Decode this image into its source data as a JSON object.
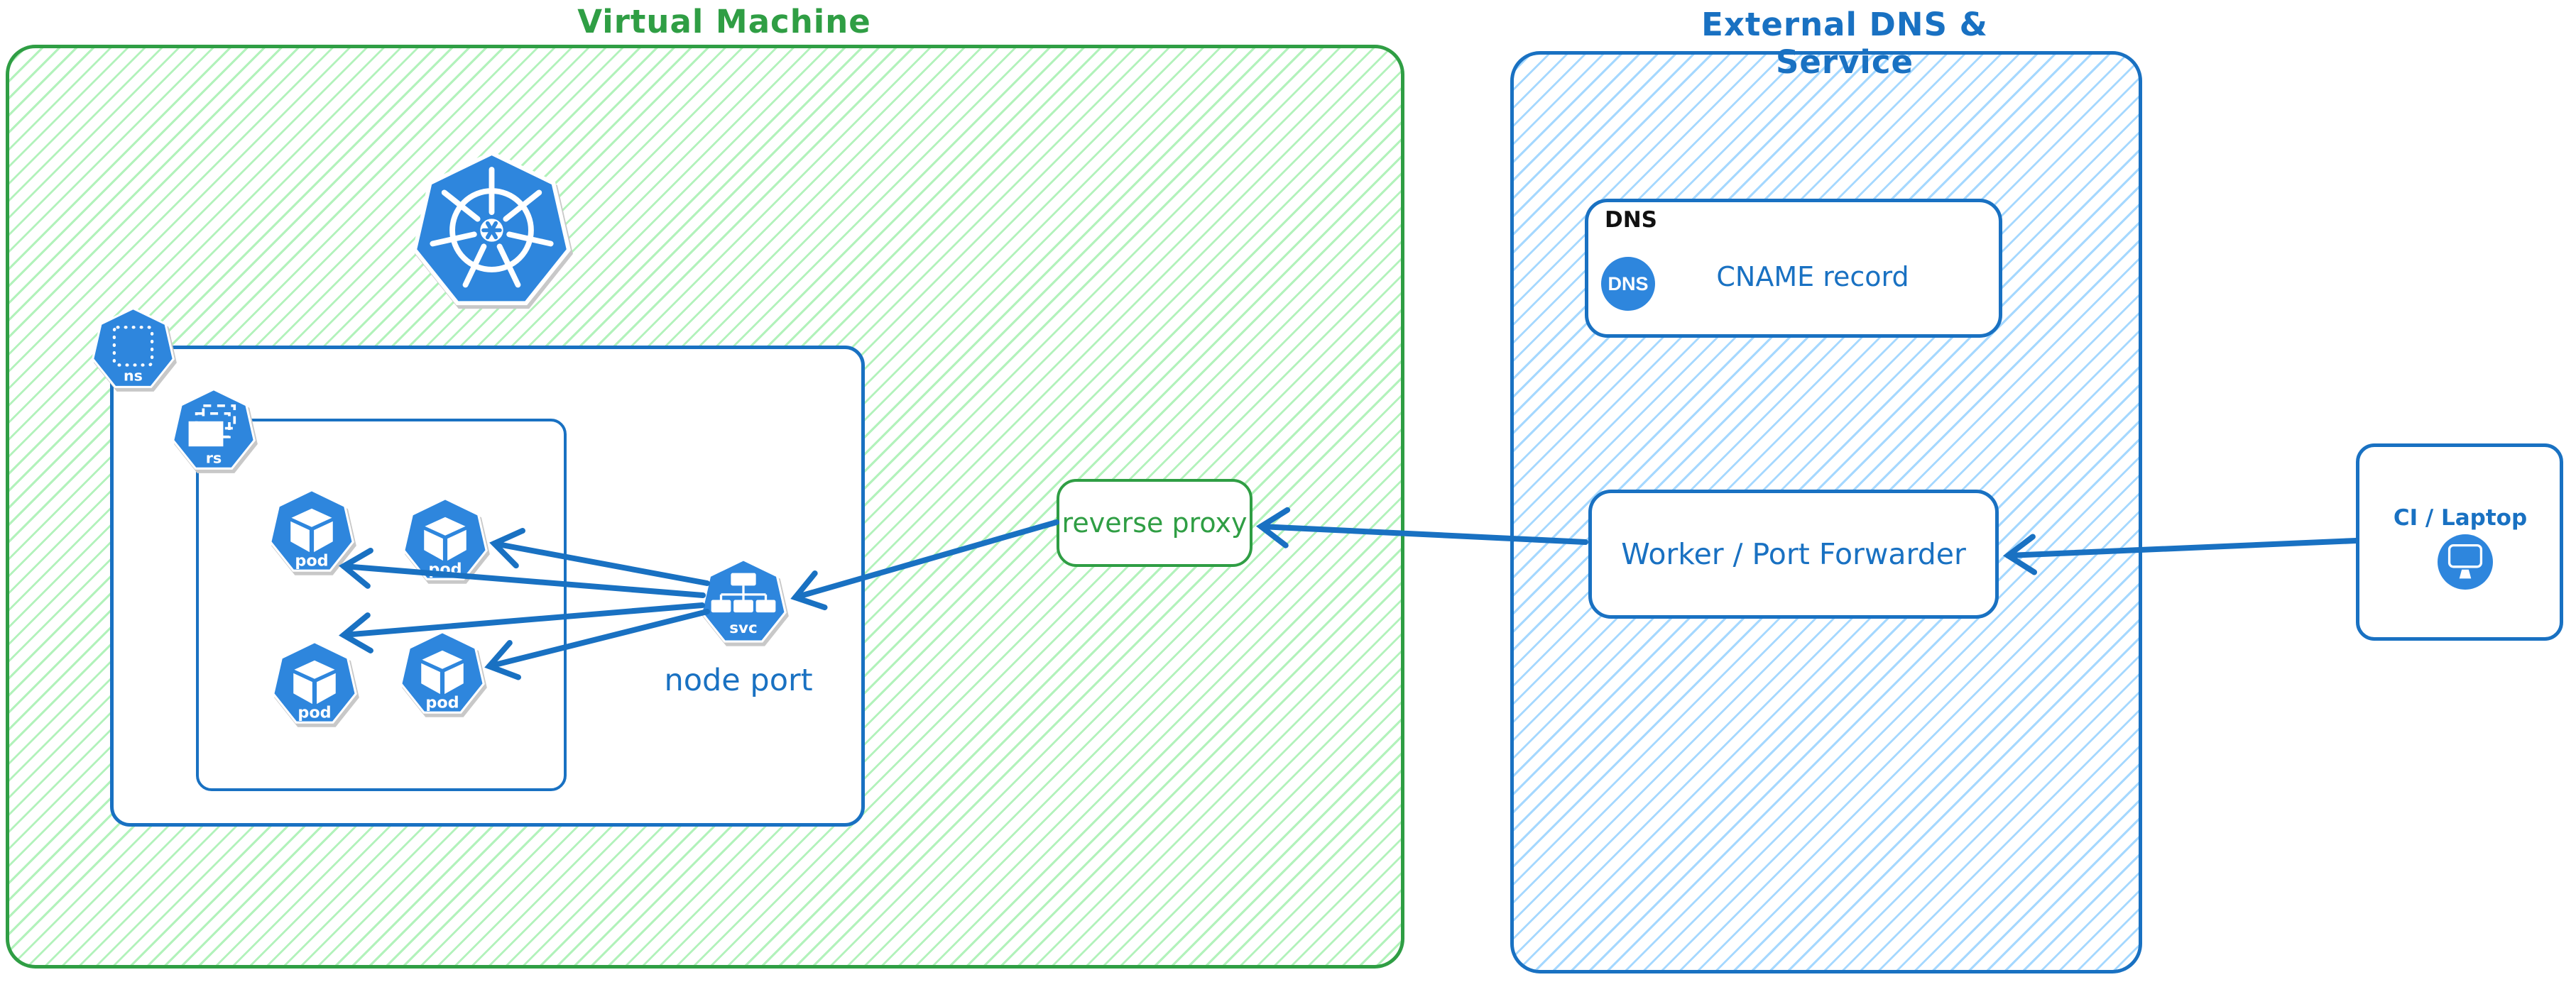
{
  "vm_group": {
    "title": "Virtual Machine"
  },
  "external_group": {
    "title": "External DNS & Service"
  },
  "kubernetes": {
    "namespace_label": "ns",
    "replicaset_label": "rs",
    "pods": [
      {
        "label": "pod"
      },
      {
        "label": "pod"
      },
      {
        "label": "pod"
      },
      {
        "label": "pod"
      }
    ],
    "service_label": "svc",
    "service_caption": "node port"
  },
  "reverse_proxy": {
    "label": "reverse proxy"
  },
  "dns_card": {
    "tag": "DNS",
    "badge": "DNS",
    "label": "CNAME record"
  },
  "worker": {
    "label": "Worker / Port Forwarder"
  },
  "ci": {
    "label": "CI / Laptop"
  },
  "icons": {
    "kubernetes_logo": "kubernetes-wheel",
    "namespace": "dotted-square",
    "replicaset": "stacked-squares",
    "pod": "cube",
    "service": "tree",
    "dns": "dns-badge",
    "ci": "monitor"
  },
  "colors": {
    "green_stroke": "#2f9e44",
    "green_fill": "#b2f2bb",
    "blue_stroke": "#1971c2",
    "blue_fill": "#a5d8ff",
    "k8s_blue": "#2e86dd",
    "text_black": "#111111"
  }
}
